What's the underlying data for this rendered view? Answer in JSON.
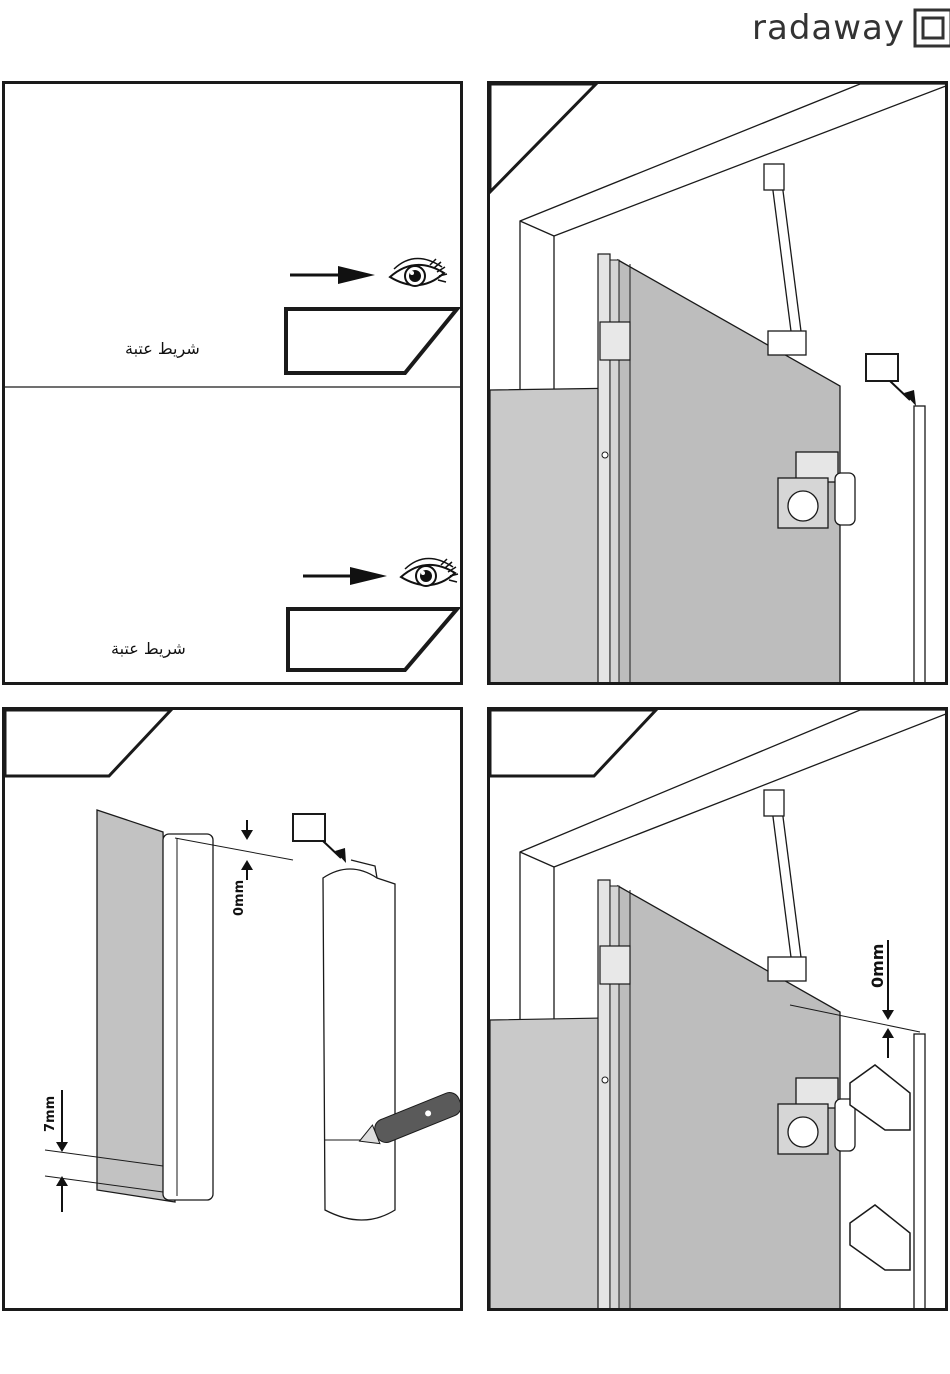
{
  "brand": {
    "name": "radaway"
  },
  "panel1": {
    "top_label": "شريط عتبة",
    "bottom_label": "شريط عتبة"
  },
  "panel3": {
    "dim_top": "0mm",
    "dim_bottom": "7mm"
  },
  "panel4": {
    "dim_top": "0mm"
  },
  "colors": {
    "line": "#1a1a1a",
    "glass": "#c4c4c4",
    "glass_light": "#d8d8d8",
    "white": "#ffffff"
  }
}
